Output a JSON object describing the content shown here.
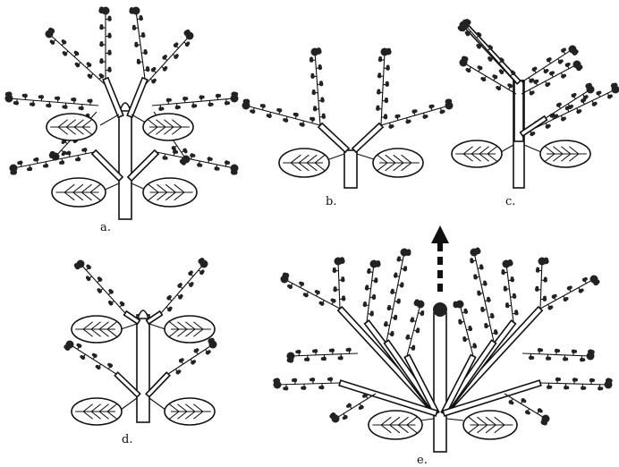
{
  "panels": [
    {
      "id": "a",
      "label": "a."
    },
    {
      "id": "b",
      "label": "b."
    },
    {
      "id": "c",
      "label": "c."
    },
    {
      "id": "d",
      "label": "d."
    },
    {
      "id": "e",
      "label": "e."
    }
  ],
  "colors": {
    "ink": "#111111",
    "background": "#ffffff"
  },
  "icons": {
    "growth_arrow": "dashed-up-arrow-icon"
  }
}
